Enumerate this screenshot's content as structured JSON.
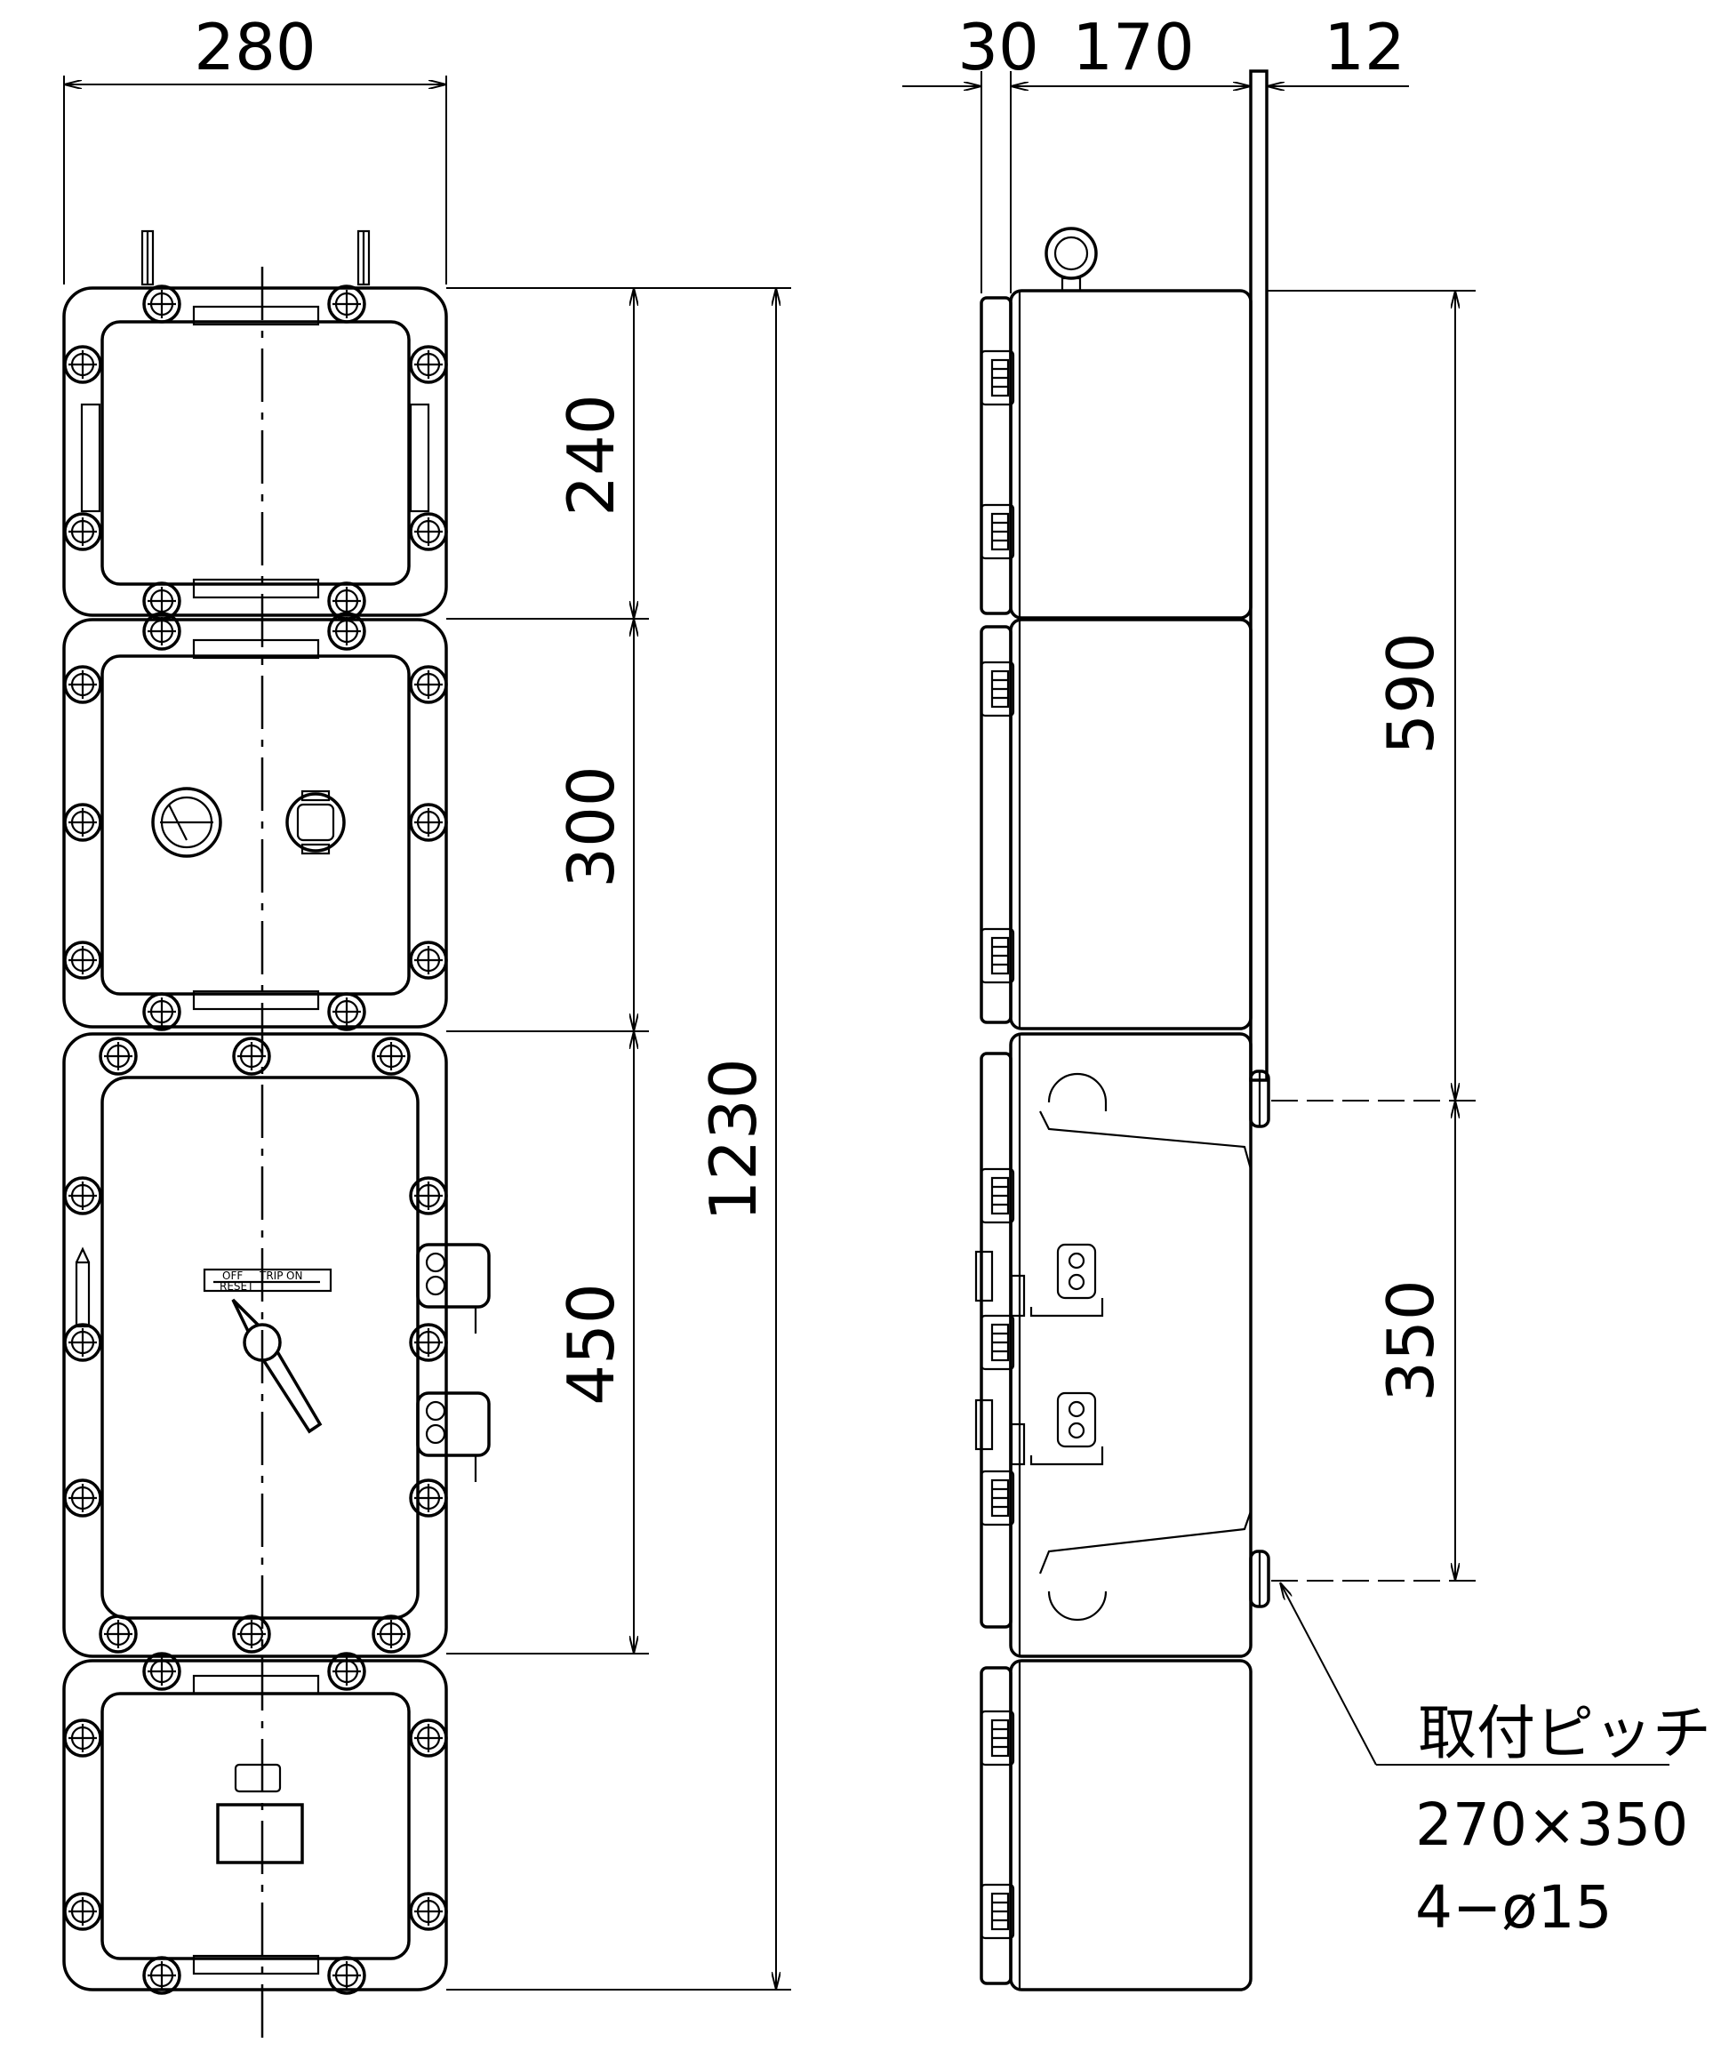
{
  "front_view": {
    "width_dim": "280",
    "height_dims": [
      "240",
      "300",
      "450"
    ],
    "total_height_dim": "1230",
    "breaker_labels": {
      "off": "OFF",
      "trip": "TRIP",
      "on": "ON",
      "reset": "RESET"
    }
  },
  "side_view": {
    "depth_dims": [
      "30",
      "170",
      "12"
    ],
    "mount_height_dims": [
      "590",
      "350"
    ]
  },
  "mounting_note": {
    "title": "取付ピッチ",
    "pitch": "270×350",
    "holes": "4−ø15"
  }
}
